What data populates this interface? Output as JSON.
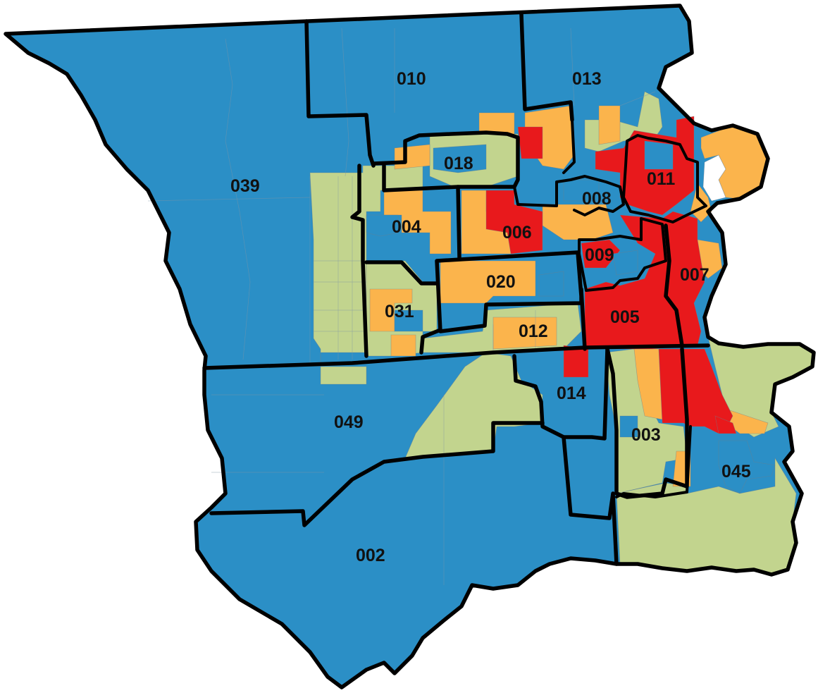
{
  "colors": {
    "background": "#ffffff",
    "blue": "#2b8fc6",
    "green": "#c2d48e",
    "orange": "#fbb44c",
    "red": "#e8191c",
    "boundary": "#000000",
    "label": "#111111"
  },
  "districts": [
    {
      "id": "010",
      "label": "010"
    },
    {
      "id": "013",
      "label": "013"
    },
    {
      "id": "018",
      "label": "018"
    },
    {
      "id": "039",
      "label": "039"
    },
    {
      "id": "011",
      "label": "011"
    },
    {
      "id": "008",
      "label": "008"
    },
    {
      "id": "004",
      "label": "004"
    },
    {
      "id": "006",
      "label": "006"
    },
    {
      "id": "009",
      "label": "009"
    },
    {
      "id": "020",
      "label": "020"
    },
    {
      "id": "007",
      "label": "007"
    },
    {
      "id": "031",
      "label": "031"
    },
    {
      "id": "005",
      "label": "005"
    },
    {
      "id": "012",
      "label": "012"
    },
    {
      "id": "014",
      "label": "014"
    },
    {
      "id": "049",
      "label": "049"
    },
    {
      "id": "003",
      "label": "003"
    },
    {
      "id": "045",
      "label": "045"
    },
    {
      "id": "002",
      "label": "002"
    }
  ]
}
